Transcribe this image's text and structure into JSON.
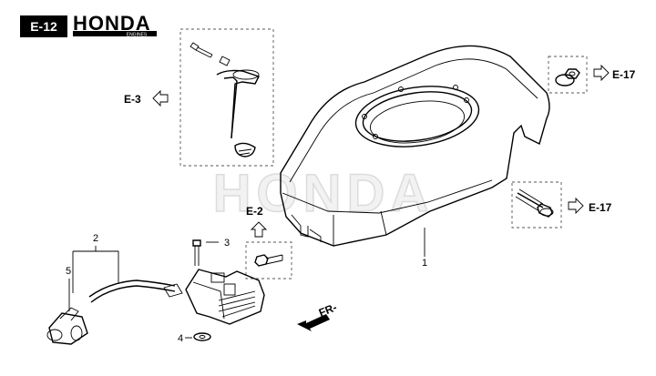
{
  "header": {
    "page_code": "E-12",
    "brand": "HONDA",
    "brand_sub": "ENGINES"
  },
  "watermark": "HONDA",
  "refs": {
    "left": "E-3",
    "top_right": "E-17",
    "mid_right": "E-17",
    "center": "E-2"
  },
  "callouts": {
    "c1": "1",
    "c2": "2",
    "c3": "3",
    "c4": "4",
    "c5": "5"
  },
  "direction_label": "FR-",
  "icons": [
    "open-arrow-left-icon",
    "open-arrow-right-icon",
    "open-arrow-up-icon",
    "front-direction-arrow-icon"
  ],
  "colors": {
    "badge": "#000000",
    "watermark": "#e8e8e8",
    "line": "#000000",
    "dashed_box": "#555555"
  }
}
